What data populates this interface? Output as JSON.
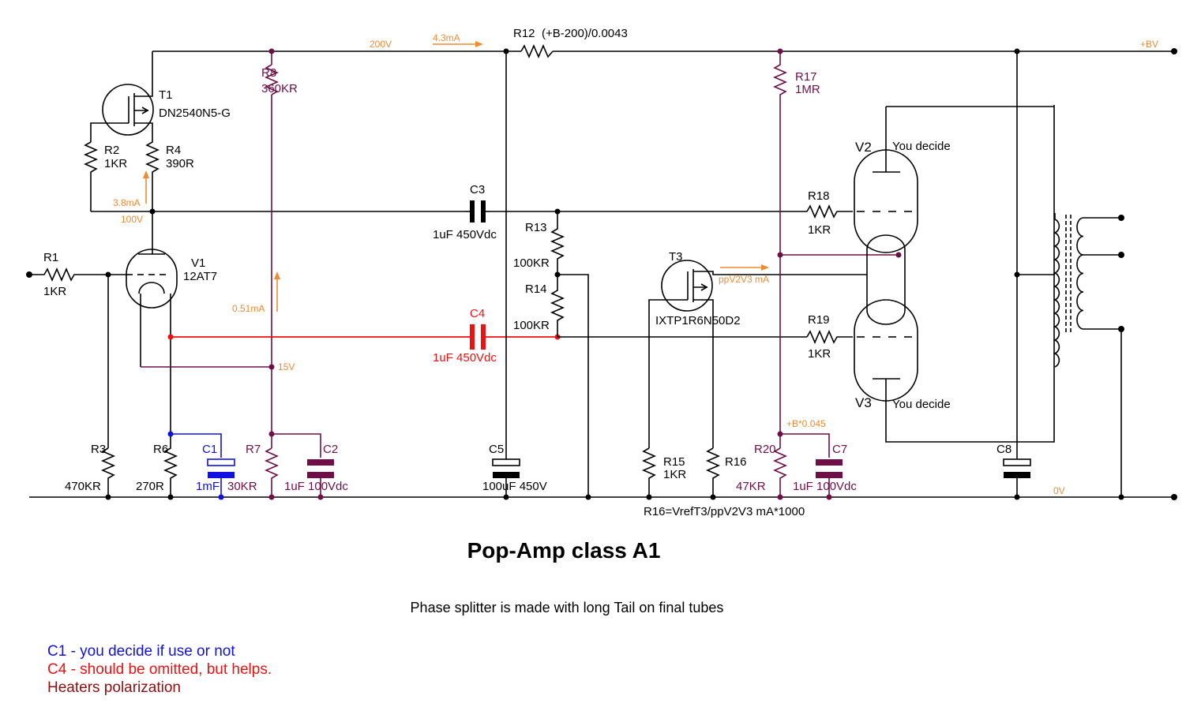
{
  "title": "Pop-Amp class A1",
  "subtitle": "Phase splitter is made with long Tail on final tubes",
  "notes": [
    {
      "text": "C1 - you decide if use or not",
      "color": "#1010e0"
    },
    {
      "text": "C4 - should be omitted, but helps.",
      "color": "#ee1111"
    },
    {
      "text": "Heaters polarization",
      "color": "#8b1010"
    }
  ],
  "components": {
    "R1": {
      "ref": "R1",
      "value": "1KR"
    },
    "R2": {
      "ref": "R2",
      "value": "1KR"
    },
    "R3": {
      "ref": "R3",
      "value": "470KR"
    },
    "R4": {
      "ref": "R4",
      "value": "390R"
    },
    "R6": {
      "ref": "R6",
      "value": "270R"
    },
    "R7": {
      "ref": "R7",
      "value": "30KR"
    },
    "R8": {
      "ref": "R8",
      "value": "360KR"
    },
    "R12": {
      "ref": "R12",
      "value": "(+B-200)/0.0043"
    },
    "R13": {
      "ref": "R13",
      "value": "100KR"
    },
    "R14": {
      "ref": "R14",
      "value": "100KR"
    },
    "R15": {
      "ref": "R15",
      "value": "1KR"
    },
    "R16": {
      "ref": "R16",
      "value": "R16=VrefT3/ppV2V3 mA*1000"
    },
    "R17": {
      "ref": "R17",
      "value": "1MR"
    },
    "R18": {
      "ref": "R18",
      "value": "1KR"
    },
    "R19": {
      "ref": "R19",
      "value": "1KR"
    },
    "R20": {
      "ref": "R20",
      "value": "47KR"
    },
    "C1": {
      "ref": "C1",
      "value": "1mF"
    },
    "C2": {
      "ref": "C2",
      "value": "1uF 100Vdc"
    },
    "C3": {
      "ref": "C3",
      "value": "1uF 450Vdc"
    },
    "C4": {
      "ref": "C4",
      "value": "1uF 450Vdc"
    },
    "C5": {
      "ref": "C5",
      "value": "100uF 450V"
    },
    "C7": {
      "ref": "C7",
      "value": "1uF 100Vdc"
    },
    "C8": {
      "ref": "C8",
      "value": ""
    },
    "T1": {
      "ref": "T1",
      "value": "DN2540N5-G"
    },
    "T3": {
      "ref": "T3",
      "value": "IXTP1R6N50D2"
    },
    "V1": {
      "ref": "V1",
      "value": "12AT7"
    },
    "V2": {
      "ref": "V2",
      "value": "You decide"
    },
    "V3": {
      "ref": "V3",
      "value": "You decide"
    }
  },
  "annotations": {
    "v200": "200V",
    "i43": "4.3mA",
    "bv": "+BV",
    "i38": "3.8mA",
    "v100": "100V",
    "i051": "0.51mA",
    "v15": "15V",
    "ppv": "ppV2V3 mA",
    "b045": "+B*0.045",
    "v0": "0V"
  }
}
